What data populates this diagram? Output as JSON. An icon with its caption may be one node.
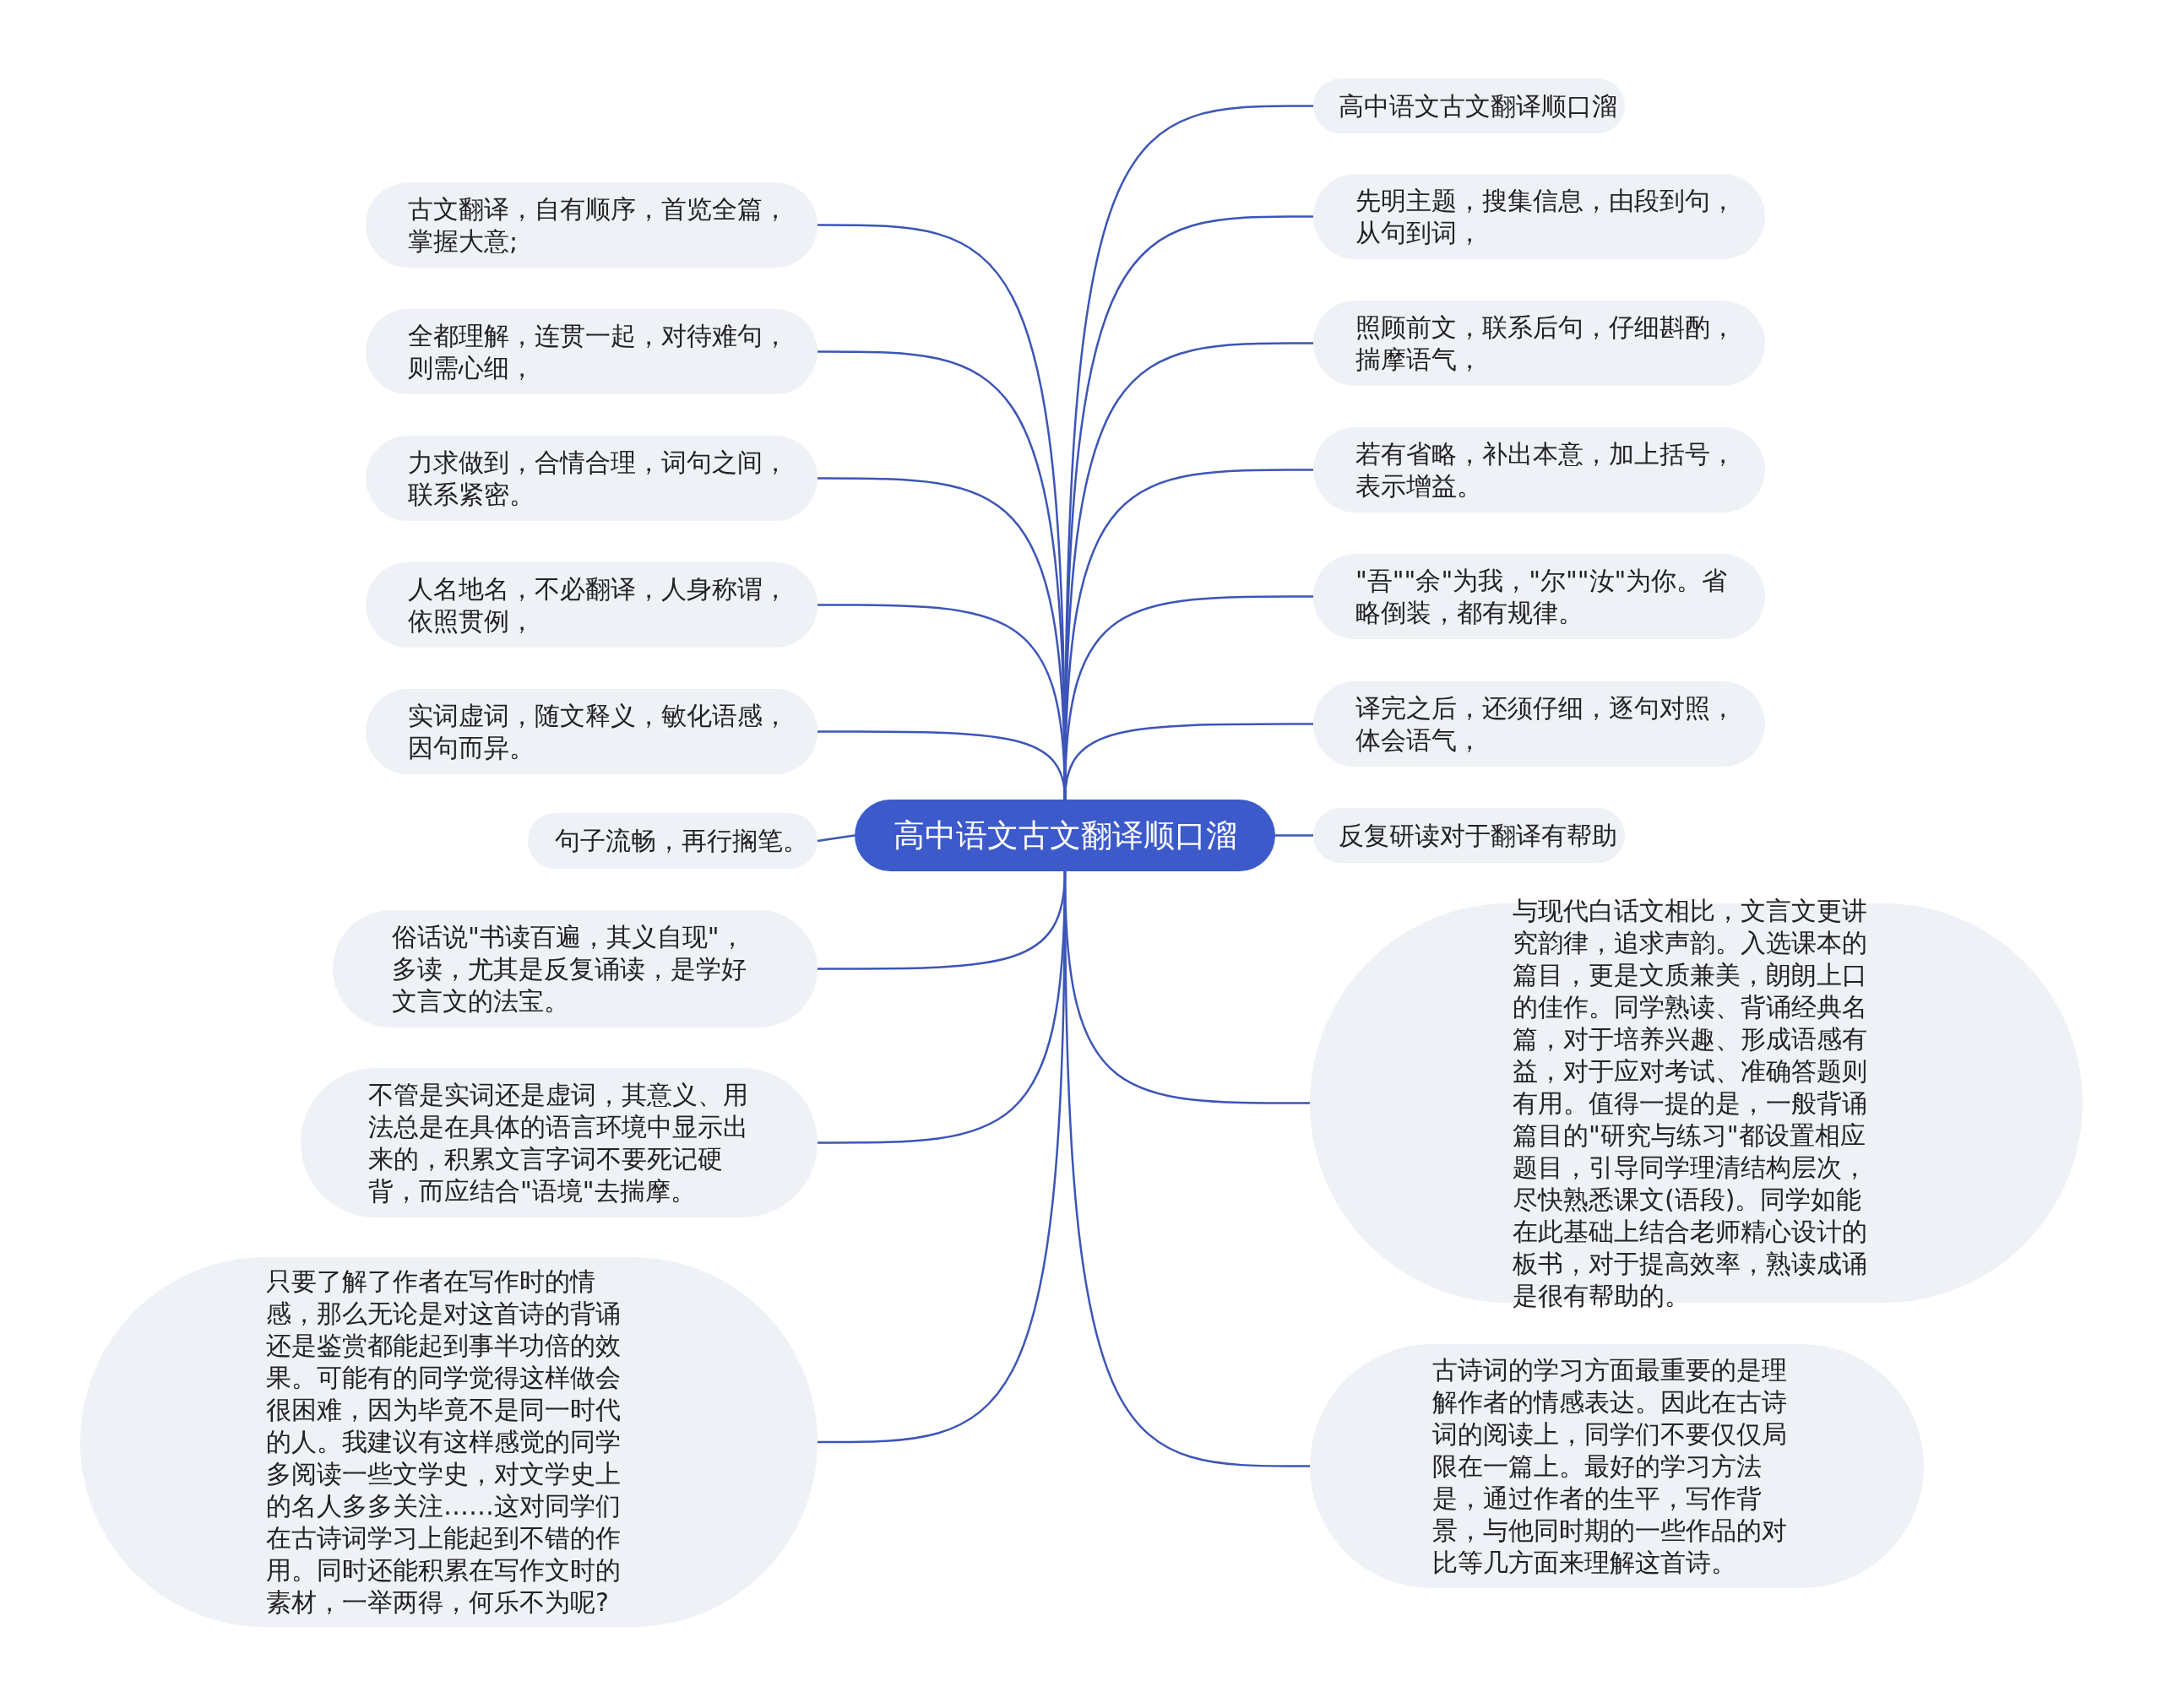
{
  "diagram": {
    "nodes": [
      {
        "text": [
          "高中语文古文翻译顺口溜"
        ]
      },
      {
        "text": [
          "高中语文古文翻译顺口溜"
        ]
      },
      {
        "text": [
          "先明主题，搜集信息，由段到句，从句到词，"
        ]
      },
      {
        "text": [
          "照顾前文，联系后句，仔细斟酌，揣摩语气，"
        ]
      },
      {
        "text": [
          "若有省略，补出本意，加上括号，表示增益。"
        ]
      },
      {
        "text": [
          "\"吾\"\"余\"为我，\"尔\"\"汝\"为你。省略倒装，都有规律。"
        ]
      },
      {
        "text": [
          "译完之后，还须仔细，逐句对照，体会语气，"
        ]
      },
      {
        "text": [
          "反复研读对于翻译有帮助"
        ]
      },
      {
        "text": [
          "与现代白话文相比，文言文更讲究韵律，追求声韵。入选课本的篇目，更是文质兼美，朗朗上口的佳作。同学熟读、背诵经典名篇，对于培养兴趣、形成语感有益，对于应对考试、准确答题则有用。值得一提的是，一般背诵篇目的\"研究与练习\"都设置相应题目，引导同学理清结构层次，尽快熟悉课文(语段)。同学如能在此基础上结合老师精心设计的板书，对于提高效率，熟读成诵是很有帮助的。"
        ]
      },
      {
        "text": [
          "古诗词的学习方面最重要的是理解作者的情感表达。因此在古诗词的阅读上，同学们不要仅仅局限在一篇上。最好的学习方法是，通过作者的生平，写作背景，与他同时期的一些作品的对比等几方面来理解这首诗。"
        ]
      },
      {
        "text": [
          "古文翻译，自有顺序，首览全篇，掌握大意;"
        ]
      },
      {
        "text": [
          "全都理解，连贯一起，对待难句，则需心细，"
        ]
      },
      {
        "text": [
          "力求做到，合情合理，词句之间，联系紧密。"
        ]
      },
      {
        "text": [
          "人名地名，不必翻译，人身称谓，依照贯例，"
        ]
      },
      {
        "text": [
          "实词虚词，随文释义，敏化语感，因句而异。"
        ]
      },
      {
        "text": [
          "句子流畅，再行搁笔。"
        ]
      },
      {
        "text": [
          "俗话说\"书读百遍，其义自现\"，多读，尤其是反复诵读，是学好文言文的法宝。"
        ]
      },
      {
        "text": [
          "不管是实词还是虚词，其意义、用法总是在具体的语言环境中显示出来的，积累文言字词不要死记硬背，而应结合\"语境\"去揣摩。"
        ]
      },
      {
        "text": [
          "只要了解了作者在写作时的情感，那么无论是对这首诗的背诵还是鉴赏都能起到事半功倍的效果。可能有的同学觉得这样做会很困难，因为毕竟不是同一时代的人。我建议有这样感觉的同学多阅读一些文学史，对文学史上的名人多多关注……这对同学们在古诗词学习上能起到不错的作用。同时还能积累在写作文时的素材，一举两得，何乐不为呢?"
        ]
      }
    ],
    "edges": [
      {
        "from": 0,
        "to": 1,
        "arrow": "none"
      },
      {
        "from": 0,
        "to": 2,
        "arrow": "none"
      },
      {
        "from": 0,
        "to": 3,
        "arrow": "none"
      },
      {
        "from": 0,
        "to": 4,
        "arrow": "none"
      },
      {
        "from": 0,
        "to": 5,
        "arrow": "none"
      },
      {
        "from": 0,
        "to": 6,
        "arrow": "none"
      },
      {
        "from": 0,
        "to": 7,
        "arrow": "none"
      },
      {
        "from": 0,
        "to": 8,
        "arrow": "none"
      },
      {
        "from": 0,
        "to": 9,
        "arrow": "none"
      },
      {
        "from": 0,
        "to": 10,
        "arrow": "none"
      },
      {
        "from": 0,
        "to": 11,
        "arrow": "none"
      },
      {
        "from": 0,
        "to": 12,
        "arrow": "none"
      },
      {
        "from": 0,
        "to": 13,
        "arrow": "none"
      },
      {
        "from": 0,
        "to": 14,
        "arrow": "none"
      },
      {
        "from": 0,
        "to": 15,
        "arrow": "none"
      },
      {
        "from": 0,
        "to": 16,
        "arrow": "none"
      },
      {
        "from": 0,
        "to": 17,
        "arrow": "none"
      },
      {
        "from": 0,
        "to": 18,
        "arrow": "none"
      }
    ]
  }
}
